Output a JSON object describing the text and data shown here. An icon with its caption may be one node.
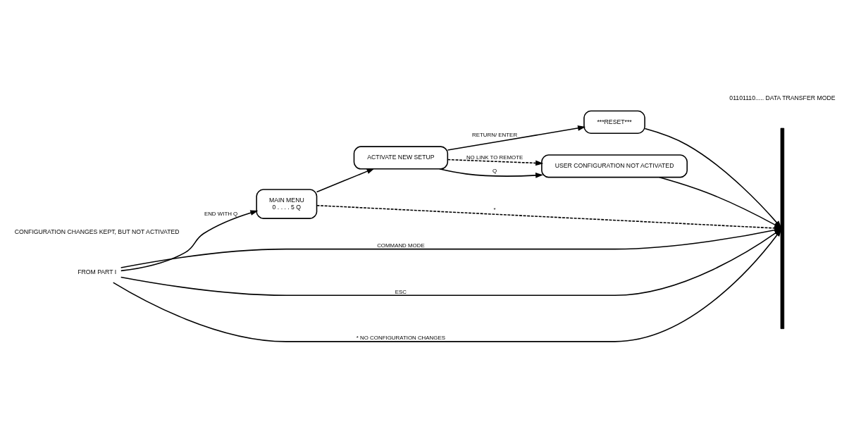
{
  "diagram": {
    "nodes": [
      {
        "text": [
          "FROM PART I"
        ]
      },
      {
        "text": [
          "MAIN MENU",
          "0 . . . . 5 Q"
        ]
      },
      {
        "text": [
          "ACTIVATE NEW SETUP"
        ]
      },
      {
        "text": [
          "***RESET***"
        ]
      },
      {
        "text": [
          "USER CONFIGURATION NOT ACTIVATED"
        ]
      },
      {
        "text": [],
        "shape": "bar"
      }
    ],
    "edges": [
      {
        "from": 0,
        "to": 5,
        "arrow": "to",
        "label": "COMMAND MODE"
      },
      {
        "from": 0,
        "to": 5,
        "arrow": "to",
        "label": "ESC"
      },
      {
        "from": 0,
        "to": 1,
        "arrow": "to",
        "label": "END WITH Q"
      },
      {
        "from": 1,
        "to": 2,
        "arrow": "to"
      },
      {
        "from": 1,
        "to": 5,
        "arrow": "to",
        "style": "dashed",
        "label": "*"
      },
      {
        "from": 0,
        "to": 5,
        "arrow": "to",
        "label": "* NO CONFIGURATION CHANGES"
      },
      {
        "from": 2,
        "to": 3,
        "arrow": "to",
        "label": "RETURN/ ENTER"
      },
      {
        "from": 2,
        "to": 4,
        "arrow": "to",
        "style": "dashed",
        "label": "NO LINK TO REMOTE"
      },
      {
        "from": 2,
        "to": 4,
        "arrow": "to",
        "label": "Q"
      },
      {
        "from": 3,
        "to": 5,
        "arrow": "to"
      },
      {
        "from": 4,
        "to": 5,
        "arrow": "to"
      }
    ],
    "labels": [
      "CONFIGURATION CHANGES KEPT, BUT NOT ACTIVATED",
      "01101110..... DATA TRANSFER MODE"
    ]
  }
}
